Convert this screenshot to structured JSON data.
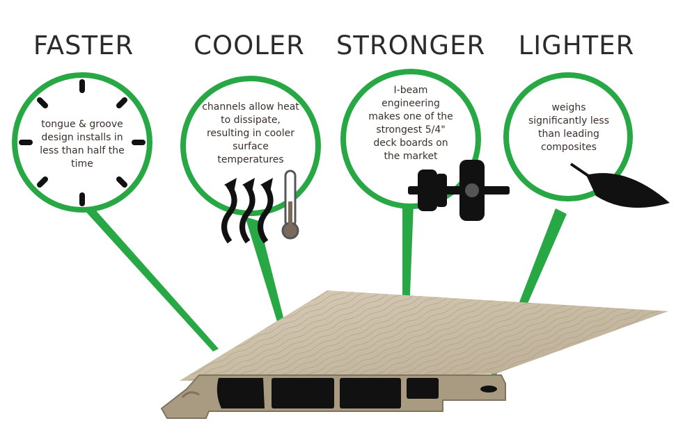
{
  "features": [
    {
      "heading": "FASTER",
      "text": "tongue & groove design installs in less than half the time",
      "icon": "clock-icon"
    },
    {
      "heading": "COOLER",
      "text": "channels allow heat to dissipate, resulting in cooler surface temperatures",
      "icon": "heat-thermometer-icon"
    },
    {
      "heading": "STRONGER",
      "text": "I-beam engineering makes one of the strongest 5/4\" deck boards on the market",
      "icon": "dumbbell-icon"
    },
    {
      "heading": "LIGHTER",
      "text": "weighs significantly less than leading composites",
      "icon": "feather-icon"
    }
  ],
  "colors": {
    "accent": "#27a845",
    "board": "#c9bca4",
    "board_dark": "#a89b82",
    "ink": "#111111"
  }
}
